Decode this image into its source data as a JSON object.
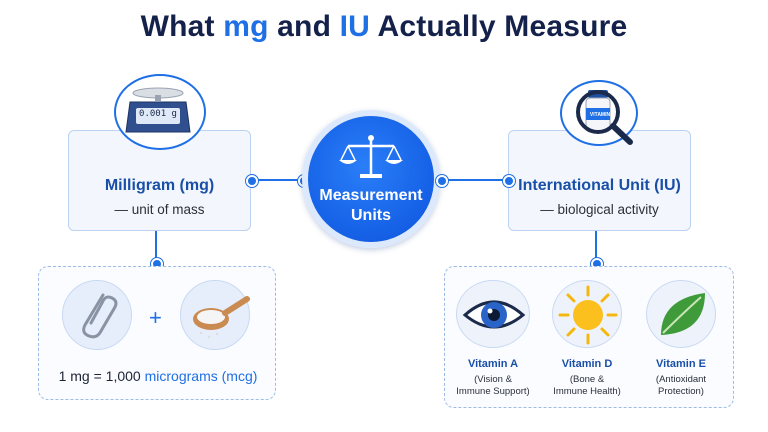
{
  "title": {
    "part1": "What ",
    "mg": "mg",
    "part2": " and ",
    "iu": "IU",
    "part3": " Actually Measure"
  },
  "center": {
    "line1": "Measurement",
    "line2": "Units",
    "icon": "balance-scale-icon"
  },
  "left_box": {
    "title": "Milligram (mg)",
    "subtitle": "— unit of mass",
    "icon": "digital-scale-icon",
    "scale_reading": "0.001 g"
  },
  "right_box": {
    "title": "International Unit (IU)",
    "subtitle": "— biological activity",
    "icon": "magnifier-vitamin-bottle-icon",
    "bottle_label": "VITAMIN"
  },
  "left_detail": {
    "items": [
      {
        "icon": "paperclip-icon"
      },
      {
        "icon": "spoon-powder-icon"
      }
    ],
    "plus": "+",
    "equation_prefix": "1 mg = 1,000 ",
    "equation_unit": "micrograms (mcg)"
  },
  "right_detail": {
    "vitamins": [
      {
        "name": "Vitamin A",
        "desc1": "(Vision &",
        "desc2": "Immune Support)",
        "icon": "eye-icon"
      },
      {
        "name": "Vitamin D",
        "desc1": "(Bone &",
        "desc2": "Immune Health)",
        "icon": "sun-icon"
      },
      {
        "name": "Vitamin E",
        "desc1": "(Antioxidant",
        "desc2": "Protection)",
        "icon": "leaf-icon"
      }
    ]
  },
  "colors": {
    "accent": "#1f6fe5",
    "title": "#14214a",
    "box_title": "#1a4fa8"
  }
}
